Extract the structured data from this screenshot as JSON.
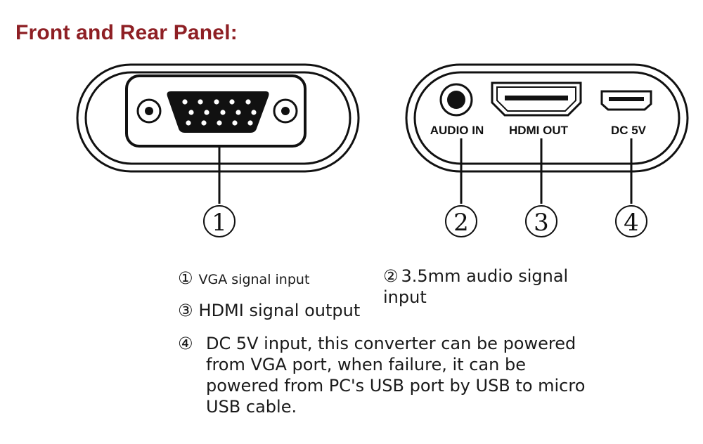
{
  "title": "Front and Rear Panel:",
  "panels": {
    "front": {
      "callout": "①"
    },
    "rear": {
      "ports": [
        {
          "label": "AUDIO IN",
          "callout": "②"
        },
        {
          "label": "HDMI OUT",
          "callout": "③"
        },
        {
          "label": "DC 5V",
          "callout": "④"
        }
      ]
    }
  },
  "legend": [
    {
      "num": "①",
      "text": "VGA signal input"
    },
    {
      "num": "②",
      "text": "3.5mm audio signal input"
    },
    {
      "num": "③",
      "text": "HDMI signal output"
    },
    {
      "num": "④",
      "text": "DC 5V input, this converter can be powered from VGA port, when failure, it can be powered from PC's USB port by USB to micro USB cable."
    }
  ]
}
